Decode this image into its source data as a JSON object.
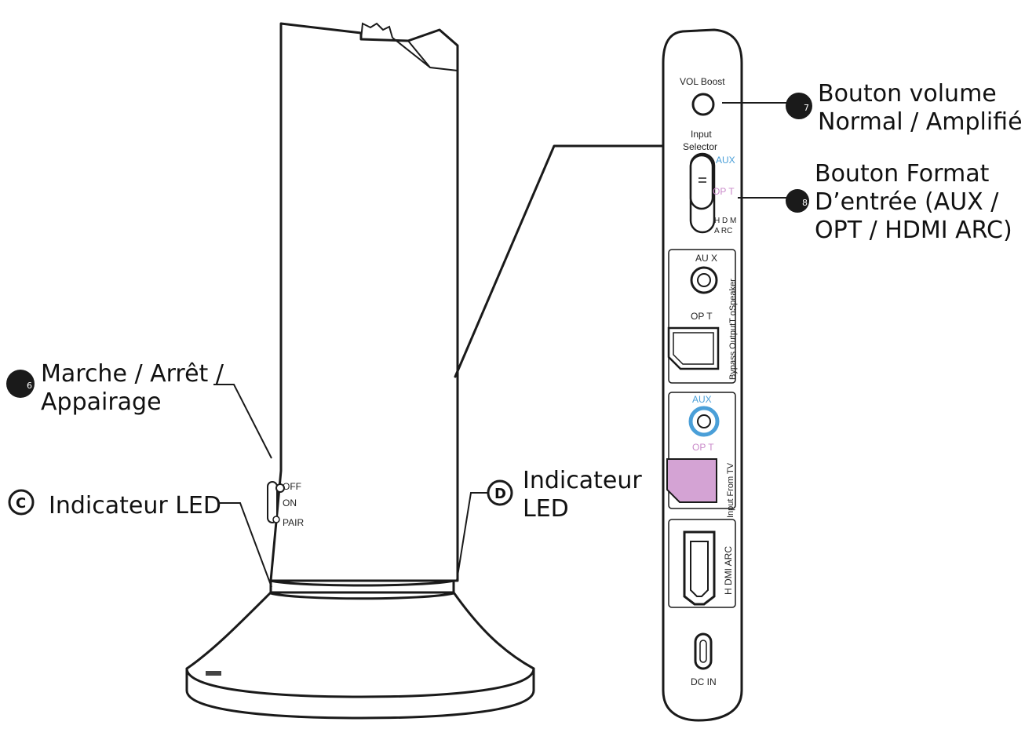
{
  "callouts": {
    "power": {
      "number": "6",
      "lines": [
        "Marche / Arrêt /",
        "Appairage"
      ]
    },
    "led_c": {
      "marker": "C",
      "text": "Indicateur LED"
    },
    "led_d": {
      "marker": "D",
      "lines": [
        "Indicateur",
        "LED"
      ]
    },
    "vol": {
      "number": "7",
      "lines": [
        "Bouton volume",
        "Normal / Amplifié"
      ]
    },
    "input": {
      "number": "8",
      "lines": [
        "Bouton Format",
        "D’entrée (AUX /",
        "OPT / HDMI ARC)"
      ]
    }
  },
  "switch": {
    "off": "OFF",
    "on": "ON",
    "pair": "PAIR"
  },
  "panel": {
    "vol_boost": "VOL Boost",
    "input_selector": [
      "Input",
      "Selector"
    ],
    "sel_aux": "AUX",
    "sel_opt": "OP T",
    "sel_hdmi": [
      "H D M",
      "A RC"
    ],
    "bypass_aux": "AU X",
    "bypass_opt": "OP   T",
    "bypass_label": "Bypass OutputT oSpeaker",
    "in_aux": "AUX",
    "in_opt": "OP T",
    "in_label": "Input From TV",
    "hdmi_arc": "H DMI ARC",
    "dc_in": "DC IN"
  },
  "colors": {
    "aux_blue": "#4a9fd8",
    "opt_pink": "#c98ac9",
    "opt_port_fill": "#d4a3d4",
    "ink": "#1a1a1a"
  }
}
